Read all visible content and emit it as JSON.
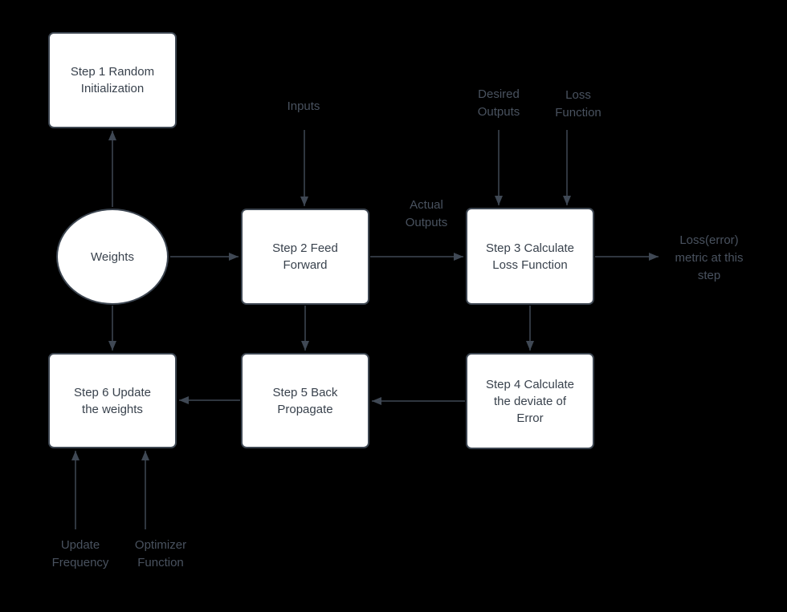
{
  "colors": {
    "background": "#000000",
    "node_fill": "#ffffff",
    "node_border": "#3d4651",
    "node_text": "#39424d",
    "label_text": "#49525f",
    "arrow": "#3f4854"
  },
  "nodes": {
    "step1": {
      "shape": "rect",
      "label": "Step 1 Random\nInitialization"
    },
    "weights": {
      "shape": "ellipse",
      "label": "Weights"
    },
    "step2": {
      "shape": "rect",
      "label": "Step 2 Feed\nForward"
    },
    "step3": {
      "shape": "rect",
      "label": "Step 3 Calculate\nLoss Function"
    },
    "step4": {
      "shape": "rect",
      "label": "Step 4 Calculate\nthe deviate of\nError"
    },
    "step5": {
      "shape": "rect",
      "label": "Step 5 Back\nPropagate"
    },
    "step6": {
      "shape": "rect",
      "label": "Step 6 Update\nthe weights"
    }
  },
  "labels": {
    "inputs": {
      "text": "Inputs"
    },
    "desired_outputs": {
      "text": "Desired\nOutputs"
    },
    "loss_function": {
      "text": "Loss\nFunction"
    },
    "actual_outputs": {
      "text": "Actual\nOutputs"
    },
    "loss_error_metric": {
      "text": "Loss(error)\nmetric at this\nstep"
    },
    "update_frequency": {
      "text": "Update\nFrequency"
    },
    "optimizer_function": {
      "text": "Optimizer\nFunction"
    }
  },
  "edges": [
    {
      "from": "weights",
      "to": "step1"
    },
    {
      "from": "inputs-label",
      "to": "step2"
    },
    {
      "from": "weights",
      "to": "step2"
    },
    {
      "from": "step2",
      "to": "step3",
      "label": "Actual Outputs"
    },
    {
      "from": "desired-outputs-label",
      "to": "step3"
    },
    {
      "from": "loss-function-label",
      "to": "step3"
    },
    {
      "from": "step3",
      "to": "loss-error-metric-label"
    },
    {
      "from": "step3",
      "to": "step4"
    },
    {
      "from": "step4",
      "to": "step5"
    },
    {
      "from": "step5",
      "to": "step6"
    },
    {
      "from": "weights",
      "to": "step6"
    },
    {
      "from": "step2",
      "to": "step5"
    },
    {
      "from": "update-frequency-label",
      "to": "step6"
    },
    {
      "from": "optimizer-function-label",
      "to": "step6"
    }
  ]
}
